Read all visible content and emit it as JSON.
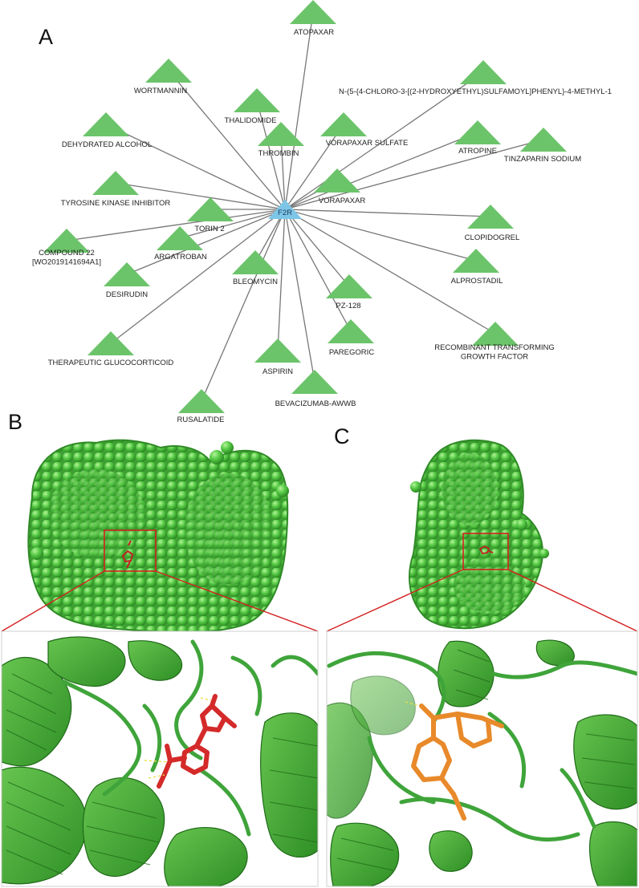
{
  "panels": {
    "a": {
      "letter": "A"
    },
    "b": {
      "letter": "B"
    },
    "c": {
      "letter": "C"
    }
  },
  "network": {
    "hub": {
      "id": "f2r",
      "label": "F2R",
      "color": "#7ec6e8"
    },
    "node_color": "#6cc46a",
    "edge_color": "#777777",
    "nodes": [
      {
        "id": "atopaxar",
        "lines": [
          "ATOPAXAR"
        ]
      },
      {
        "id": "wortmannin",
        "lines": [
          "WORTMANNIN"
        ]
      },
      {
        "id": "n-5-chloro",
        "lines": [
          "N-(5-{4-CHLORO-3-[(2-HYDROXYETHYL)SULFAMOYL]PHENYL}-4-METHYL-1"
        ]
      },
      {
        "id": "thalidomide",
        "lines": [
          "THALIDOMIDE"
        ]
      },
      {
        "id": "dehydrated-alcohol",
        "lines": [
          "DEHYDRATED ALCOHOL"
        ]
      },
      {
        "id": "thrombin",
        "lines": [
          "THROMBIN"
        ]
      },
      {
        "id": "vorapaxar-sulfate",
        "lines": [
          "VORAPAXAR SULFATE"
        ]
      },
      {
        "id": "atropine",
        "lines": [
          "ATROPINE"
        ]
      },
      {
        "id": "tinzaparin-sodium",
        "lines": [
          "TINZAPARIN SODIUM"
        ]
      },
      {
        "id": "tyrosine-kinase-inhibitor",
        "lines": [
          "TYROSINE KINASE INHIBITOR"
        ]
      },
      {
        "id": "vorapaxar",
        "lines": [
          "VORAPAXAR"
        ]
      },
      {
        "id": "torin-2",
        "lines": [
          "TORIN 2"
        ]
      },
      {
        "id": "clopidogrel",
        "lines": [
          "CLOPIDOGREL"
        ]
      },
      {
        "id": "compound-22",
        "lines": [
          "COMPOUND 22",
          "[WO2019141694A1]"
        ]
      },
      {
        "id": "argatroban",
        "lines": [
          "ARGATROBAN"
        ]
      },
      {
        "id": "alprostadil",
        "lines": [
          "ALPROSTADIL"
        ]
      },
      {
        "id": "desirudin",
        "lines": [
          "DESIRUDIN"
        ]
      },
      {
        "id": "bleomycin",
        "lines": [
          "BLEOMYCIN"
        ]
      },
      {
        "id": "pz-128",
        "lines": [
          "PZ-128"
        ]
      },
      {
        "id": "paregoric",
        "lines": [
          "PAREGORIC"
        ]
      },
      {
        "id": "recombinant-tgf",
        "lines": [
          "RECOMBINANT TRANSFORMING",
          "GROWTH FACTOR"
        ]
      },
      {
        "id": "therapeutic-glucocorticoid",
        "lines": [
          "THERAPEUTIC GLUCOCORTICOID"
        ]
      },
      {
        "id": "aspirin",
        "lines": [
          "ASPIRIN"
        ]
      },
      {
        "id": "bevacizumab-awwb",
        "lines": [
          "BEVACIZUMAB-AWWB"
        ]
      },
      {
        "id": "rusalatide",
        "lines": [
          "RUSALATIDE"
        ]
      }
    ]
  },
  "colors": {
    "protein_green": "#3fa43a",
    "sphere_green": "#5ccf4a",
    "ligand_red": "#d42a2a",
    "ligand_orange": "#e8892a",
    "zoom_box": "#d42020"
  },
  "images": [
    {
      "id": "b-surface",
      "kind": "protein surface"
    },
    {
      "id": "c-surface",
      "kind": "protein surface"
    },
    {
      "id": "b-binding-site",
      "kind": "ribbon with ligand"
    },
    {
      "id": "c-binding-site",
      "kind": "ribbon with ligand"
    }
  ]
}
